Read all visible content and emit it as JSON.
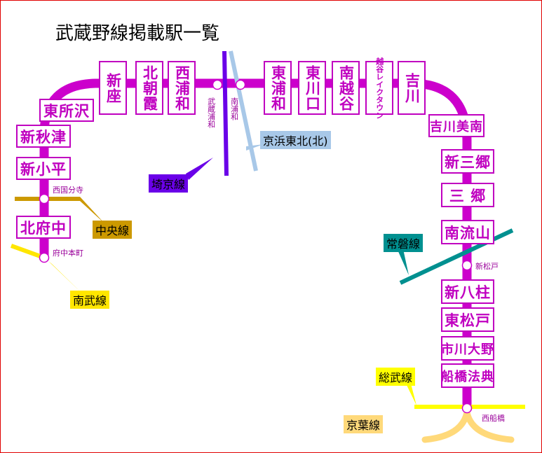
{
  "title": "武蔵野線掲載駅一覧",
  "colors": {
    "musashino": "#cc00cc",
    "saikyo": "#6a00e8",
    "keihin_tohoku": "#a8c8e8",
    "chuo": "#cc9900",
    "nambu": "#ffe600",
    "joban": "#009090",
    "sobu": "#ffff00",
    "keiyo": "#ffd97a"
  },
  "stations": {
    "higashi_tokorozawa": "東所沢",
    "shin_akitsu": "新秋津",
    "shin_kodaira": "新小平",
    "kita_fuchu": "北府中",
    "shin_za": "新座",
    "kita_asaka": "北朝霞",
    "nishi_urawa": "西浦和",
    "higashi_urawa": "東浦和",
    "higashi_kawaguchi": "東川口",
    "minami_koshigaya": "南越谷",
    "koshigaya_laketown": "越谷レイクタウン",
    "yoshikawa": "吉川",
    "yoshikawa_minami": "吉川美南",
    "shin_misato": "新三郷",
    "misato": "三 郷",
    "minami_nagareyama": "南流山",
    "shin_yahashira": "新八柱",
    "higashi_matsudo": "東松戸",
    "ichikawa_ono": "市川大野",
    "funabashi_hoten": "船橋法典"
  },
  "transfer_stations": {
    "musashi_urawa": "武蔵浦和",
    "minami_urawa": "南浦和",
    "nishi_kokubunji": "西国分寺",
    "fuchu_hommachi": "府中本町",
    "shin_matsudo": "新松戸",
    "nishi_funabashi": "西船橋"
  },
  "lines": {
    "saikyo": "埼京線",
    "keihin_tohoku": "京浜東北(北)",
    "chuo": "中央線",
    "nambu": "南武線",
    "joban": "常磐線",
    "sobu": "総武線",
    "keiyo": "京葉線"
  }
}
